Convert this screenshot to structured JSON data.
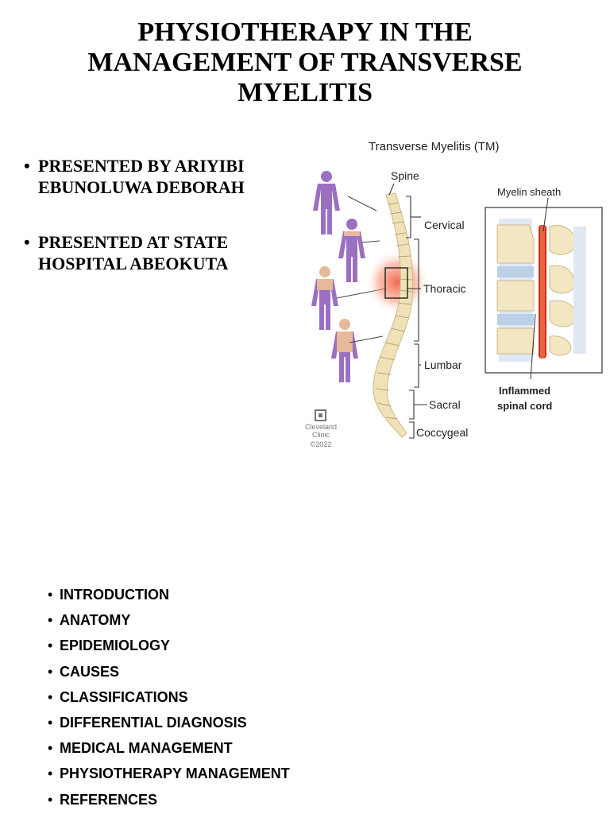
{
  "slide1": {
    "title_lines": [
      "PHYSIOTHERAPY IN THE",
      "MANAGEMENT OF TRANSVERSE",
      "MYELITIS"
    ],
    "presenters": [
      {
        "lines": [
          "PRESENTED BY ARIYIBI",
          "EBUNOLUWA DEBORAH"
        ]
      },
      {
        "lines": [
          "PRESENTED AT STATE",
          "HOSPITAL ABEOKUTA"
        ]
      }
    ],
    "bullet": "•"
  },
  "figure": {
    "title": "Transverse Myelitis (TM)",
    "labels": {
      "spine": "Spine",
      "cervical": "Cervical",
      "thoracic": "Thoracic",
      "lumbar": "Lumbar",
      "sacral": "Sacral",
      "coccygeal": "Coccygeal",
      "myelin": "Myelin sheath",
      "inflamed_1": "Inflammed",
      "inflamed_2": "spinal cord"
    },
    "logo": {
      "line1": "Cleveland",
      "line2": "Clinic",
      "year": "©2022"
    },
    "colors": {
      "figure": "#9b6fc1",
      "spine": "#f0e2b6",
      "inflammation": "#f0583a",
      "cord": "#cc2e1f"
    }
  },
  "toc": {
    "bullet": "•",
    "items": [
      "INTRODUCTION",
      "ANATOMY",
      "EPIDEMIOLOGY",
      "CAUSES",
      "CLASSIFICATIONS",
      "DIFFERENTIAL DIAGNOSIS",
      "MEDICAL MANAGEMENT",
      "PHYSIOTHERAPY MANAGEMENT",
      "REFERENCES"
    ]
  }
}
